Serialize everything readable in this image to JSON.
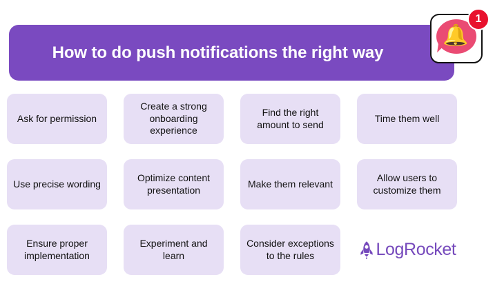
{
  "title": {
    "heading": "How to do push notifications the right way"
  },
  "notification_graphic": {
    "icon": "bell-icon",
    "bell_glyph": "🔔",
    "badge_count": "1",
    "bubble_color": "#ea4b73",
    "badge_color": "#e8112d",
    "card_border_color": "#111111"
  },
  "colors": {
    "banner_purple": "#7a4ac0",
    "card_lavender": "#e7dff5",
    "brand_purple": "#764abc",
    "page_background": "#ffffff",
    "text_dark": "#111111"
  },
  "cards": {
    "rows": [
      [
        {
          "label": "Ask for permission"
        },
        {
          "label": "Create a strong onboarding experience"
        },
        {
          "label": "Find the right amount to send"
        },
        {
          "label": "Time them well"
        }
      ],
      [
        {
          "label": "Use precise wording"
        },
        {
          "label": "Optimize content presentation"
        },
        {
          "label": "Make them relevant"
        },
        {
          "label": "Allow users to customize them"
        }
      ],
      [
        {
          "label": "Ensure proper implementation"
        },
        {
          "label": "Experiment and learn"
        },
        {
          "label": "Consider exceptions to the rules"
        }
      ]
    ]
  },
  "logo": {
    "name": "LogRocket",
    "icon": "rocket-icon"
  }
}
